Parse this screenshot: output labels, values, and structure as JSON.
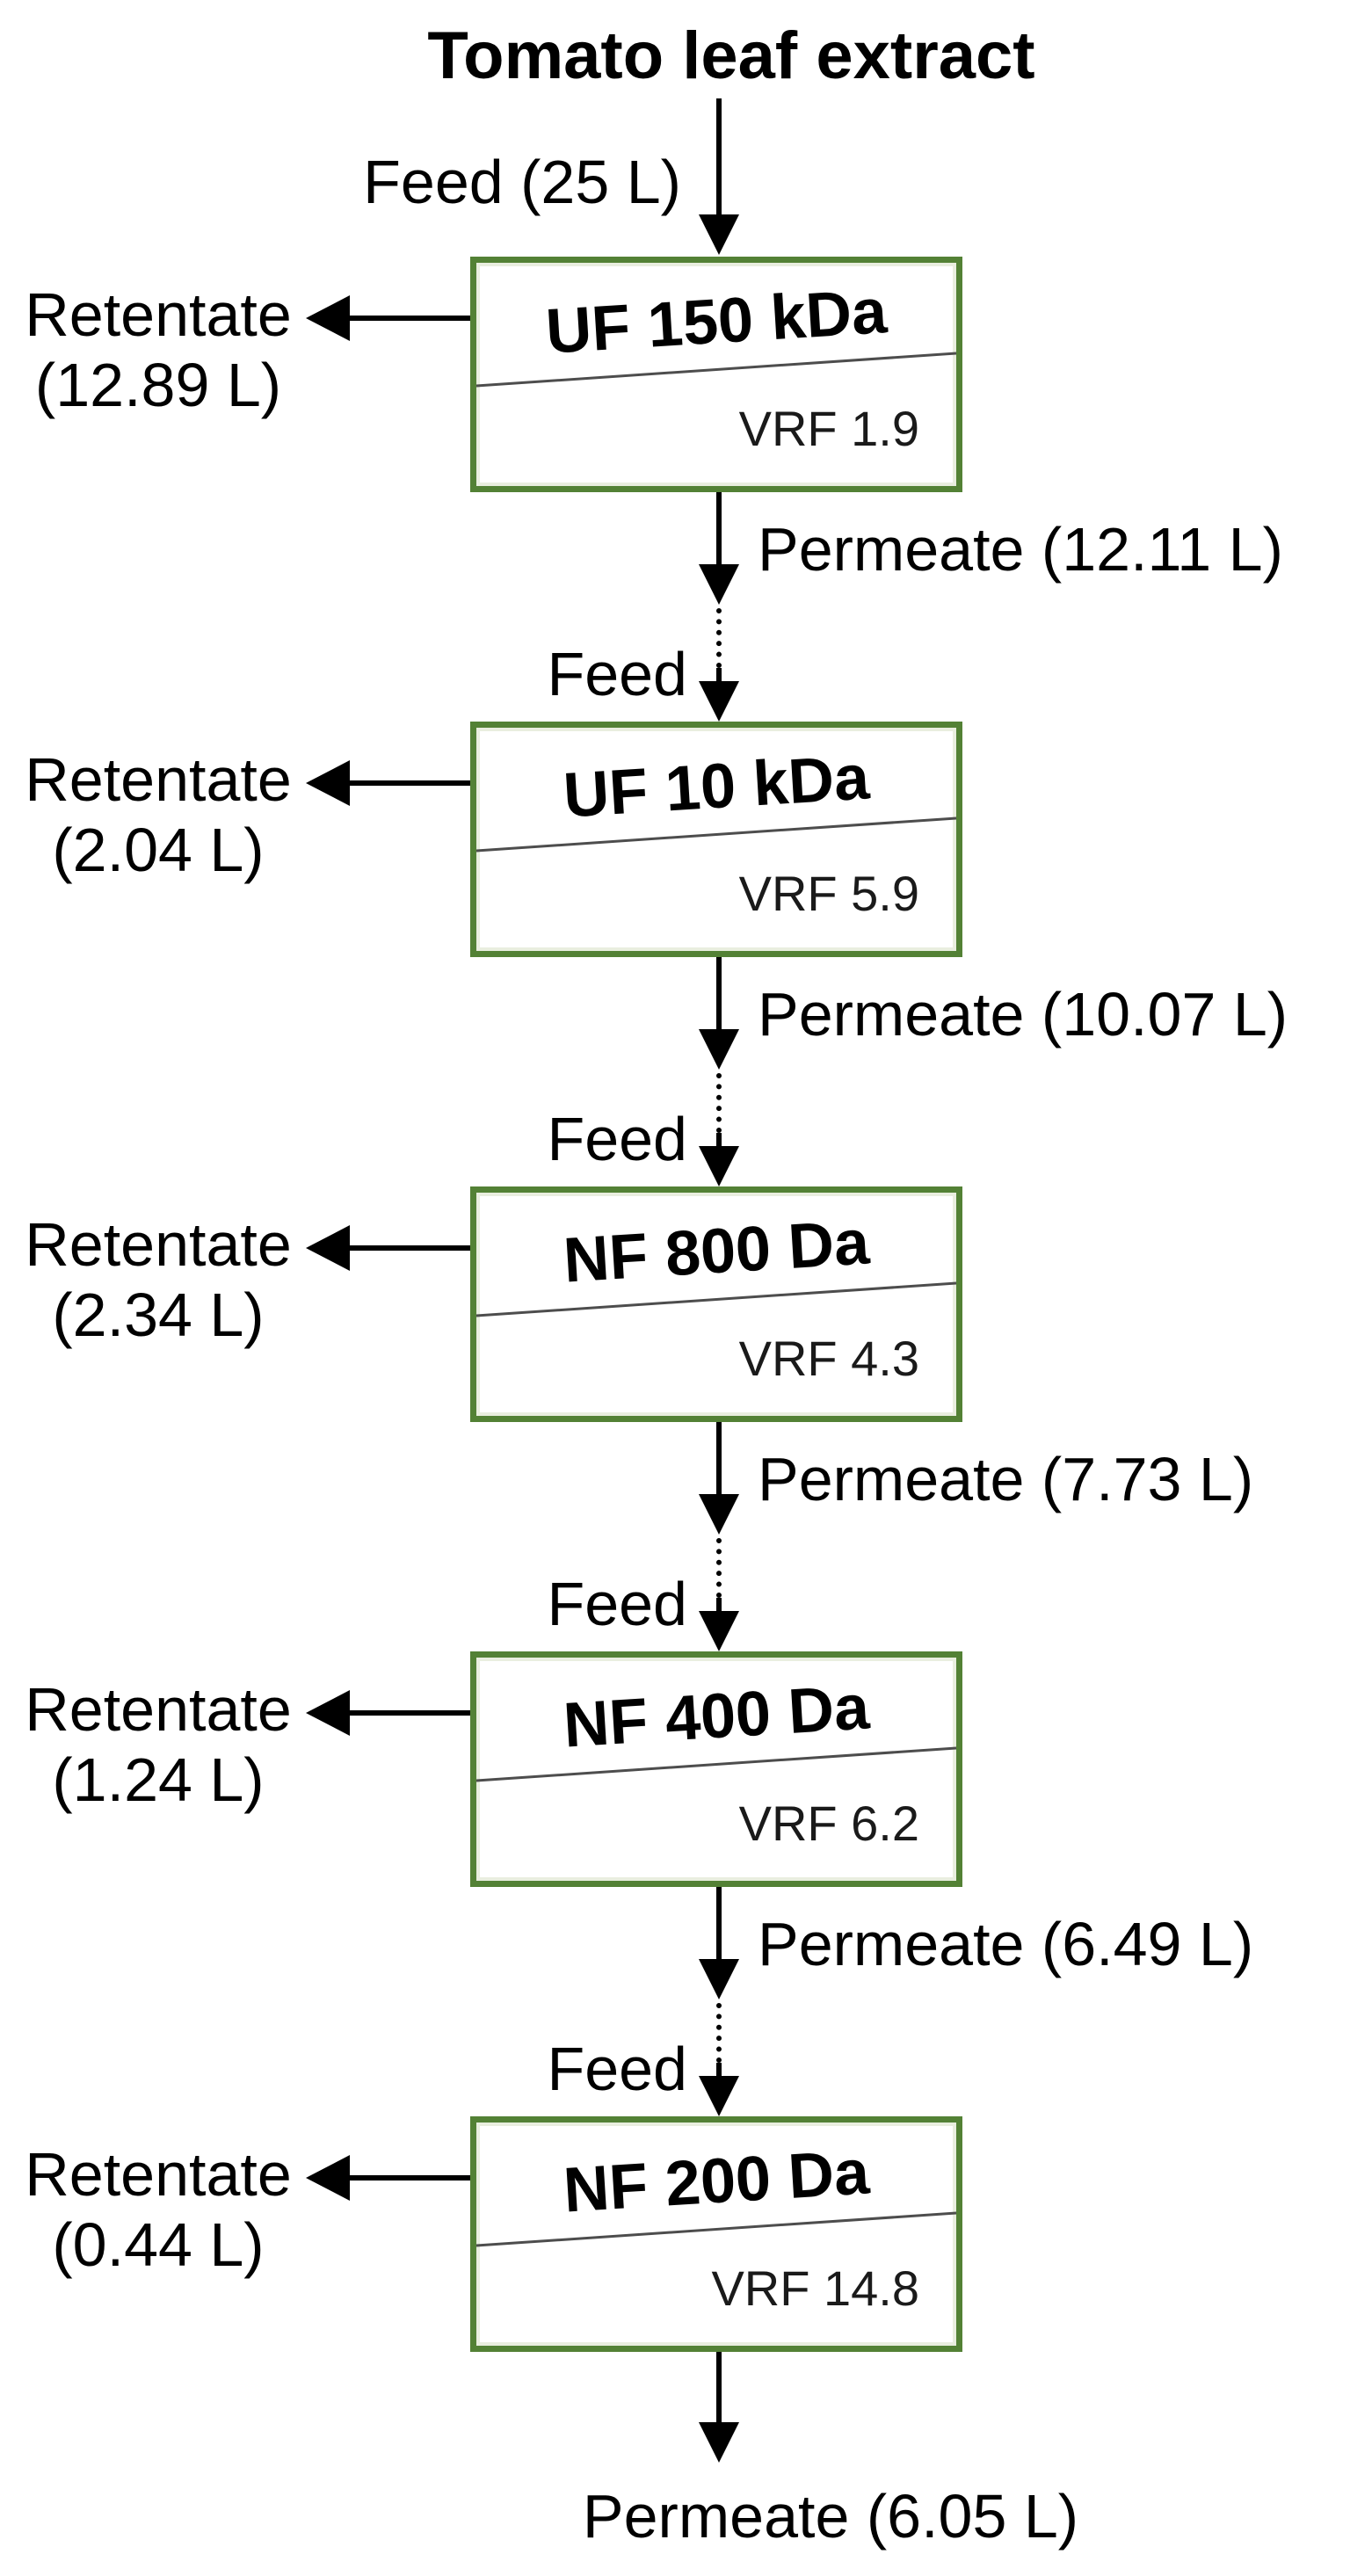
{
  "diagram": {
    "title": "Tomato leaf extract",
    "colors": {
      "box_border_green": "#538135",
      "box_inner_edge": "#e9eedf",
      "line_black": "#000000",
      "divider_gray": "#4d4d4d"
    },
    "stages": [
      {
        "name": "UF 150 kDa",
        "vrf_label": "VRF 1.9",
        "feed_label": "Feed (25 L)",
        "retentate_label": "Retentate",
        "retentate_volume": "(12.89 L)",
        "permeate_label": "Permeate (12.11 L)"
      },
      {
        "name": "UF 10 kDa",
        "vrf_label": "VRF 5.9",
        "feed_label": "Feed",
        "retentate_label": "Retentate",
        "retentate_volume": "(2.04 L)",
        "permeate_label": "Permeate (10.07 L)"
      },
      {
        "name": "NF 800 Da",
        "vrf_label": "VRF 4.3",
        "feed_label": "Feed",
        "retentate_label": "Retentate",
        "retentate_volume": "(2.34 L)",
        "permeate_label": "Permeate (7.73 L)"
      },
      {
        "name": "NF 400 Da",
        "vrf_label": "VRF 6.2",
        "feed_label": "Feed",
        "retentate_label": "Retentate",
        "retentate_volume": "(1.24 L)",
        "permeate_label": "Permeate (6.49 L)"
      },
      {
        "name": "NF 200 Da",
        "vrf_label": "VRF 14.8",
        "feed_label": "Feed",
        "retentate_label": "Retentate",
        "retentate_volume": "(0.44 L)",
        "permeate_label": "Permeate (6.05 L)"
      }
    ]
  }
}
